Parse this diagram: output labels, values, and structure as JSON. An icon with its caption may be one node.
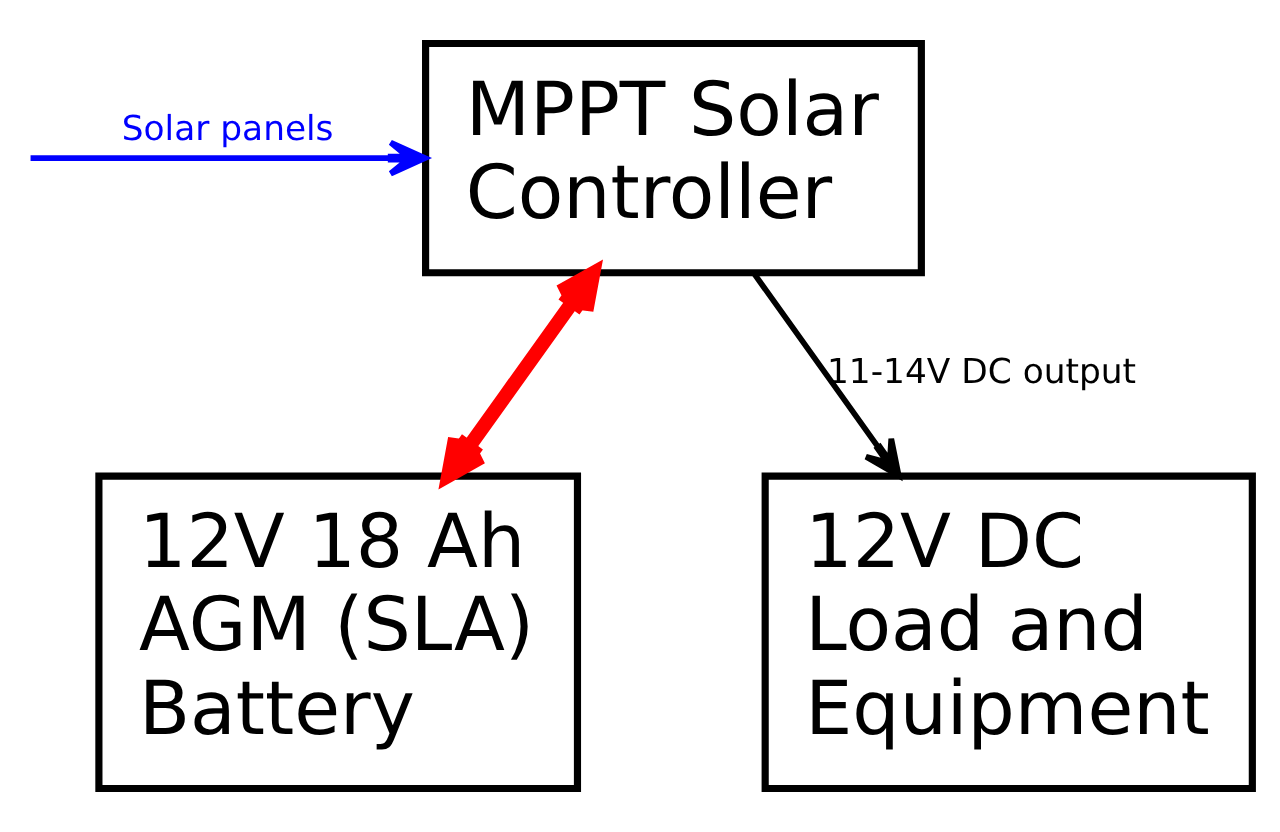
{
  "diagram": {
    "nodes": [
      {
        "text": [
          "MPPT Solar Controller"
        ]
      },
      {
        "text": [
          "12V 18 Ah AGM (SLA) Battery"
        ]
      },
      {
        "text": [
          "12V DC Load and Equipment"
        ]
      }
    ],
    "edges": [
      {
        "from": null,
        "to": 0,
        "arrow": "to",
        "label": "Solar panels",
        "color": "#0000ff"
      },
      {
        "from": 0,
        "to": 1,
        "arrow": "both",
        "style": "thick",
        "color": "#ff0000"
      },
      {
        "from": 0,
        "to": 2,
        "arrow": "to",
        "label": "11-14V DC output",
        "color": "#000000"
      }
    ]
  }
}
